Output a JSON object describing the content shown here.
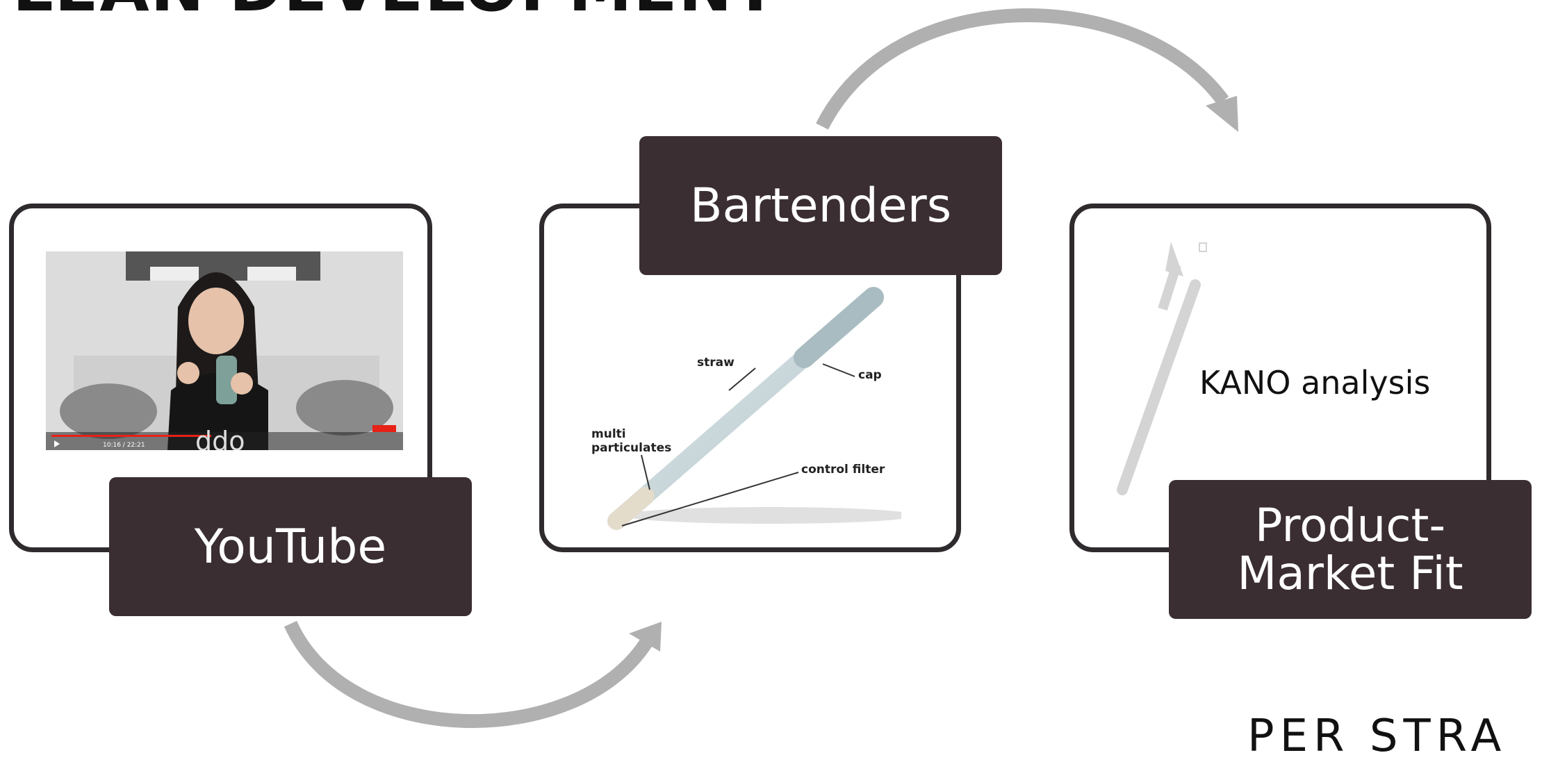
{
  "slide": {
    "title": "LEAN DEVELOPMENT",
    "brand_text": "PER STRA"
  },
  "steps": [
    {
      "label": "YouTube"
    },
    {
      "label": "Bartenders"
    },
    {
      "label": "Product-Market Fit"
    }
  ],
  "video": {
    "time": "10:16 / 22:21",
    "shirt_text": "ddo"
  },
  "straw_diagram": {
    "labels": {
      "straw": "straw",
      "cap": "cap",
      "multi": "multi particulates",
      "filter": "control filter"
    }
  },
  "pmf": {
    "analysis_label": "KANO analysis"
  },
  "colors": {
    "label_bg": "#3a2e33",
    "frame": "#2f2a2d",
    "arrow": "#b0b0b0"
  }
}
